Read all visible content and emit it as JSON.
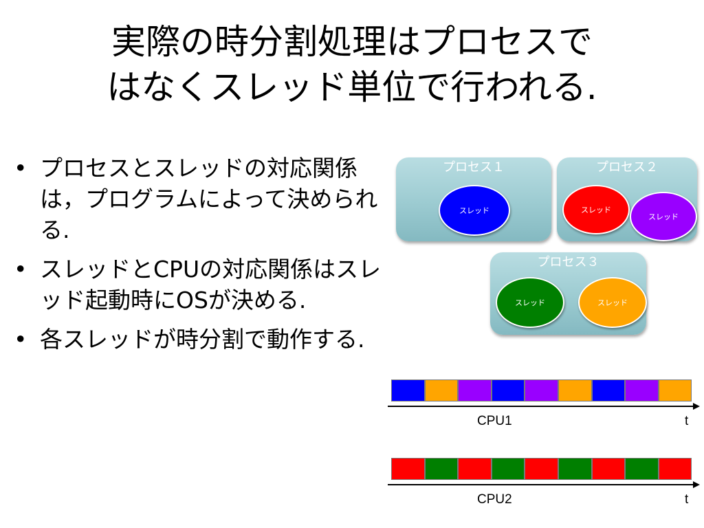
{
  "title": {
    "line1": "実際の時分割処理はプロセスで",
    "line2": "はなくスレッド単位で行われる."
  },
  "bullets": [
    {
      "text": "プロセスとスレッドの対応関係は，プログラムによって決められる."
    },
    {
      "text": "スレッドとCPUの対応関係はスレッド起動時にOSが決める."
    },
    {
      "text": "各スレッドが時分割で動作する."
    }
  ],
  "bullet_symbol": "•",
  "processes": [
    {
      "label": "プロセス１",
      "threads": [
        {
          "label": "スレッド",
          "color": "#0000ff"
        }
      ]
    },
    {
      "label": "プロセス２",
      "threads": [
        {
          "label": "スレッド",
          "color": "#ff0000"
        },
        {
          "label": "スレッド",
          "color": "#9900ff"
        }
      ]
    },
    {
      "label": "プロセス３",
      "threads": [
        {
          "label": "スレッド",
          "color": "#007f00"
        },
        {
          "label": "スレッド",
          "color": "#ffa500"
        }
      ]
    }
  ],
  "timelines": [
    {
      "label": "CPU1",
      "axis_label": "t",
      "slots": [
        "#0000ff",
        "#ffa500",
        "#9900ff",
        "#0000ff",
        "#9900ff",
        "#ffa500",
        "#0000ff",
        "#9900ff",
        "#ffa500"
      ]
    },
    {
      "label": "CPU2",
      "axis_label": "t",
      "slots": [
        "#ff0000",
        "#007f00",
        "#ff0000",
        "#007f00",
        "#ff0000",
        "#007f00",
        "#ff0000",
        "#007f00",
        "#ff0000"
      ]
    }
  ]
}
